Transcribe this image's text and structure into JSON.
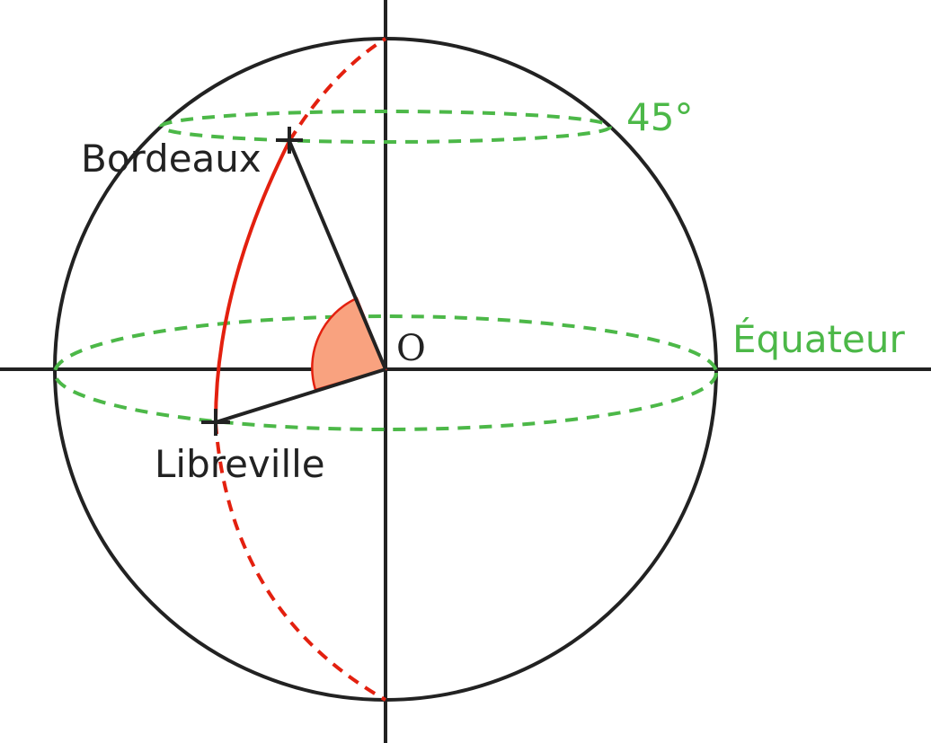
{
  "labels": {
    "bordeaux": "Bordeaux",
    "libreville": "Libreville",
    "origin": "O",
    "equator": "Équateur",
    "latitude_circle": "45°"
  },
  "colors": {
    "outline": "#222222",
    "meridian": "#e3200f",
    "latitude_lines": "#4cb848",
    "angle_fill": "#f9a27f",
    "angle_stroke": "#e3200f"
  }
}
